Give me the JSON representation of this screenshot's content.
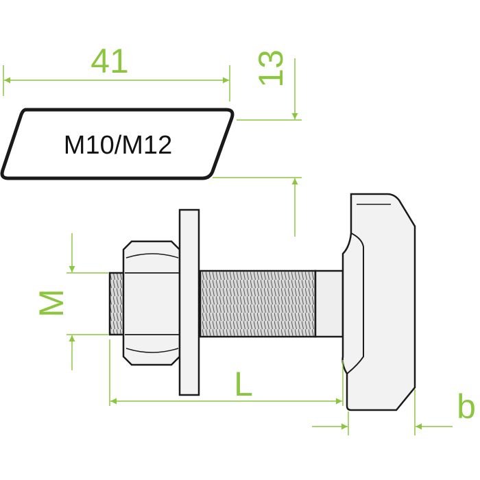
{
  "dimensions": {
    "head_length": "41",
    "head_thickness": "13",
    "thread_diameter": "M",
    "bolt_length": "L",
    "head_width": "b"
  },
  "head_label": "M10/M12",
  "colors": {
    "dimension": "#8cc63f",
    "outline": "#1a1a1a",
    "metal_fill": "#f2f2f2",
    "thread_fill": "#dcdcdc"
  }
}
